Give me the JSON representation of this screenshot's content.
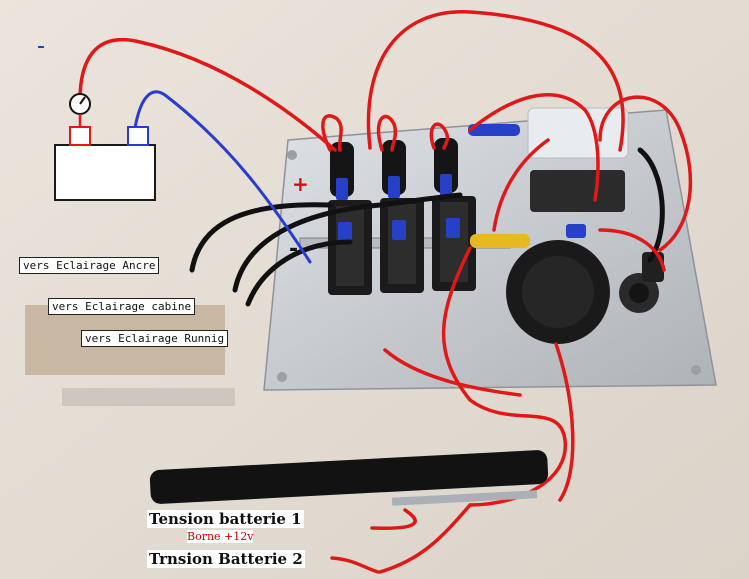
{
  "labels": {
    "ancre": "vers Eclairage Ancre",
    "cabine": "vers Eclairage cabine",
    "running": "vers Eclairage Runnig",
    "tension1": "Tension batterie 1",
    "borne": "Borne +12v",
    "tension2": "Trnsion Batterie 2"
  },
  "panel_marks": {
    "plus": "+",
    "minus": "-"
  },
  "colors": {
    "positive_wire": "#e01818",
    "negative_wire": "#2a3cd0",
    "table": "#d8cfc4",
    "panel": "#c9ccd0"
  },
  "icons": [
    "battery-icon",
    "gauge-icon",
    "switch-icon",
    "fuse-icon",
    "socket-icon",
    "pen-icon"
  ]
}
